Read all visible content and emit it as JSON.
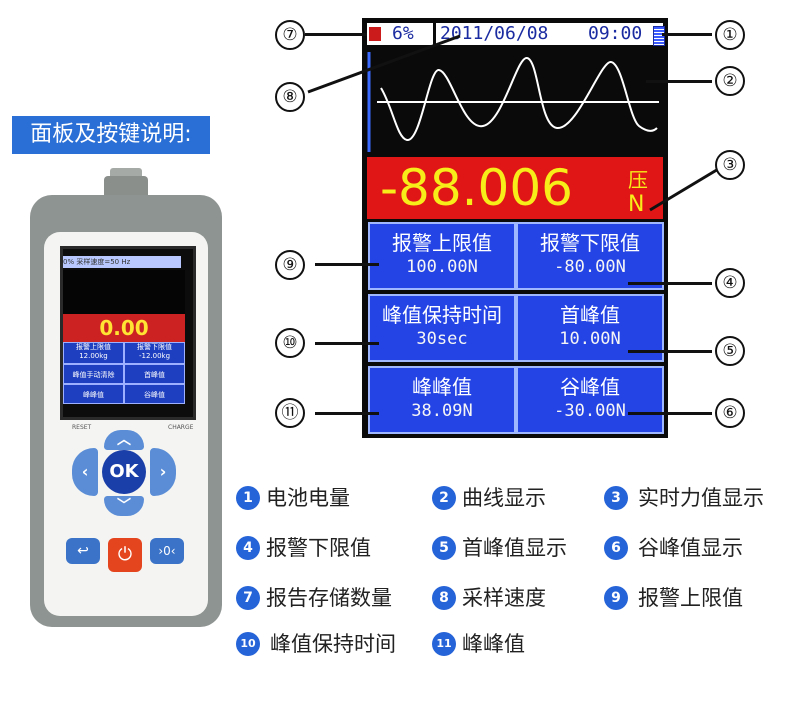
{
  "panel_title": "面板及按键说明:",
  "mini_device": {
    "status": "0%   采样速度=50 Hz",
    "value": "0.00",
    "cells": [
      {
        "label": "报警上限值",
        "value": "12.00kg"
      },
      {
        "label": "报警下限值",
        "value": "-12.00kg"
      },
      {
        "label": "峰值手动清除",
        "value": ""
      },
      {
        "label": "首峰值",
        "value": ""
      },
      {
        "label": "峰峰值",
        "value": ""
      },
      {
        "label": "谷峰值",
        "value": ""
      }
    ],
    "reset_label": "RESET",
    "charge_label": "CHARGE",
    "ok_label": "OK",
    "zero_label": "›0‹"
  },
  "screen": {
    "percent": "6%",
    "date": "2011/06/08",
    "time": "09:00",
    "value": "-88.006",
    "unit_mode": "压",
    "unit": "N",
    "cells": [
      {
        "label": "报警上限值",
        "value": "100.00N"
      },
      {
        "label": "报警下限值",
        "value": "-80.00N"
      },
      {
        "label": "峰值保持时间",
        "value": "30sec"
      },
      {
        "label": "首峰值",
        "value": "10.00N"
      },
      {
        "label": "峰峰值",
        "value": "38.09N"
      },
      {
        "label": "谷峰值",
        "value": "-30.00N"
      }
    ]
  },
  "markers": [
    "①",
    "②",
    "③",
    "④",
    "⑤",
    "⑥",
    "⑦",
    "⑧",
    "⑨",
    "⑩",
    "⑪"
  ],
  "legend": [
    {
      "num": "1",
      "text": "电池电量"
    },
    {
      "num": "2",
      "text": "曲线显示"
    },
    {
      "num": "3",
      "text": "实时力值显示"
    },
    {
      "num": "4",
      "text": "报警下限值"
    },
    {
      "num": "5",
      "text": "首峰值显示"
    },
    {
      "num": "6",
      "text": "谷峰值显示"
    },
    {
      "num": "7",
      "text": "报告存储数量"
    },
    {
      "num": "8",
      "text": "采样速度"
    },
    {
      "num": "9",
      "text": "报警上限值"
    },
    {
      "num": "10",
      "text": "峰值保持时间"
    },
    {
      "num": "11",
      "text": "峰峰值"
    }
  ],
  "colors": {
    "accent": "#2563d8",
    "screen_value_bg": "#e01515",
    "cell_bg": "#2444e6",
    "value_text": "#f7ee19"
  }
}
